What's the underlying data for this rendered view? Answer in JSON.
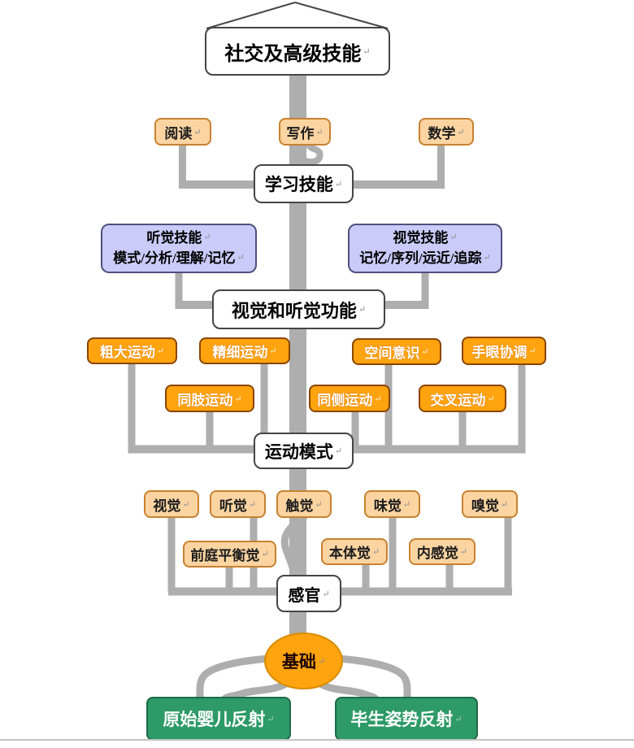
{
  "return_mark": "↵",
  "nodes": {
    "social": {
      "label": "社交及高级技能"
    },
    "reading": {
      "label": "阅读"
    },
    "writing": {
      "label": "写作"
    },
    "math": {
      "label": "数学"
    },
    "learning": {
      "label": "学习技能"
    },
    "auditory": {
      "line1": "听觉技能",
      "line2": "模式/分析/理解/记忆"
    },
    "visual": {
      "line1": "视觉技能",
      "line2": "记忆/序列/远近/追踪"
    },
    "vis_aud_func": {
      "label": "视觉和听觉功能"
    },
    "gross_motor": {
      "label": "粗大运动"
    },
    "fine_motor": {
      "label": "精细运动"
    },
    "spatial": {
      "label": "空间意识"
    },
    "hand_eye": {
      "label": "手眼协调"
    },
    "same_limb": {
      "label": "同肢运动"
    },
    "same_side": {
      "label": "同侧运动"
    },
    "cross_motion": {
      "label": "交叉运动"
    },
    "motor_pattern": {
      "label": "运动模式"
    },
    "sight": {
      "label": "视觉"
    },
    "hearing": {
      "label": "听觉"
    },
    "touch": {
      "label": "触觉"
    },
    "taste": {
      "label": "味觉"
    },
    "smell": {
      "label": "嗅觉"
    },
    "vestibular": {
      "label": "前庭平衡觉"
    },
    "proprioception": {
      "label": "本体觉"
    },
    "interoception": {
      "label": "内感觉"
    },
    "senses": {
      "label": "感官"
    },
    "foundation": {
      "label": "基础"
    },
    "primitive_reflex": {
      "label": "原始婴儿反射"
    },
    "postural_reflex": {
      "label": "毕生姿势反射"
    }
  },
  "colors": {
    "peach_fill": "#FBD4A2",
    "peach_border": "#C8812F",
    "orange_fill": "#FFA30F",
    "orange_border": "#8A4500",
    "purple_fill": "#CBCBFA",
    "purple_border": "#50507E",
    "white_fill": "#FFFFFF",
    "white_border": "#454545",
    "green_fill": "#2D9A67",
    "green_border": "#1E6B47",
    "ellipse_border": "#D88C00",
    "connector": "#AEAEAE",
    "roof_line": "#474747",
    "baseline": "#C4C4C4"
  }
}
